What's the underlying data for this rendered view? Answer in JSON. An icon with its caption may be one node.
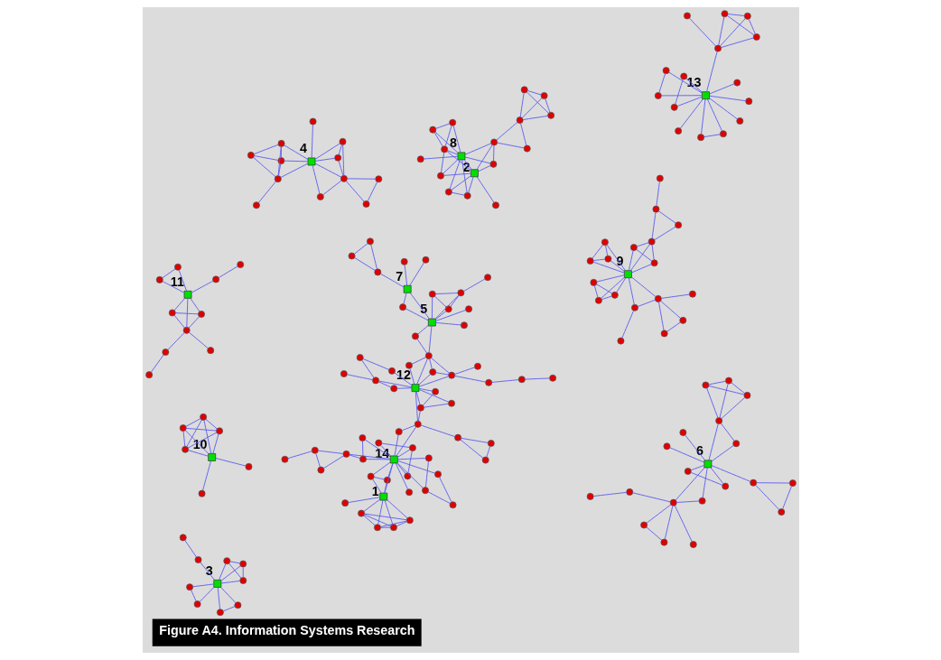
{
  "diagram": {
    "caption": "Figure A4. Information Systems Research",
    "nodes": [
      {
        "text": [],
        "shape": "box",
        "beside": [
          "1"
        ]
      },
      {
        "text": [],
        "shape": "circle"
      },
      {
        "text": [],
        "shape": "circle"
      },
      {
        "text": [],
        "shape": "circle"
      },
      {
        "text": [],
        "shape": "circle"
      },
      {
        "text": [],
        "shape": "circle"
      },
      {
        "text": [],
        "shape": "circle"
      },
      {
        "text": [],
        "shape": "circle"
      },
      {
        "text": [],
        "shape": "box",
        "beside": [
          "14"
        ]
      },
      {
        "text": [],
        "shape": "circle"
      },
      {
        "text": [],
        "shape": "circle"
      },
      {
        "text": [],
        "shape": "circle"
      },
      {
        "text": [],
        "shape": "circle"
      },
      {
        "text": [],
        "shape": "circle"
      },
      {
        "text": [],
        "shape": "circle"
      },
      {
        "text": [],
        "shape": "circle"
      },
      {
        "text": [],
        "shape": "circle"
      },
      {
        "text": [],
        "shape": "circle"
      },
      {
        "text": [],
        "shape": "circle"
      },
      {
        "text": [],
        "shape": "circle"
      },
      {
        "text": [],
        "shape": "circle"
      },
      {
        "text": [],
        "shape": "circle"
      },
      {
        "text": [],
        "shape": "circle"
      },
      {
        "text": [],
        "shape": "circle"
      },
      {
        "text": [],
        "shape": "circle"
      },
      {
        "text": [],
        "shape": "circle"
      },
      {
        "text": [],
        "shape": "circle"
      },
      {
        "text": [],
        "shape": "circle"
      },
      {
        "text": [],
        "shape": "box",
        "beside": [
          "12"
        ]
      },
      {
        "text": [],
        "shape": "circle"
      },
      {
        "text": [],
        "shape": "circle"
      },
      {
        "text": [],
        "shape": "circle"
      },
      {
        "text": [],
        "shape": "circle"
      },
      {
        "text": [],
        "shape": "circle"
      },
      {
        "text": [],
        "shape": "circle"
      },
      {
        "text": [],
        "shape": "circle"
      },
      {
        "text": [],
        "shape": "circle"
      },
      {
        "text": [],
        "shape": "circle"
      },
      {
        "text": [],
        "shape": "circle"
      },
      {
        "text": [],
        "shape": "circle"
      },
      {
        "text": [],
        "shape": "circle"
      },
      {
        "text": [],
        "shape": "circle"
      },
      {
        "text": [],
        "shape": "circle"
      },
      {
        "text": [],
        "shape": "circle"
      },
      {
        "text": [],
        "shape": "circle"
      },
      {
        "text": [],
        "shape": "circle"
      },
      {
        "text": [],
        "shape": "box",
        "beside": [
          "5"
        ]
      },
      {
        "text": [],
        "shape": "circle"
      },
      {
        "text": [],
        "shape": "circle"
      },
      {
        "text": [],
        "shape": "circle"
      },
      {
        "text": [],
        "shape": "circle"
      },
      {
        "text": [],
        "shape": "circle"
      },
      {
        "text": [],
        "shape": "circle"
      },
      {
        "text": [],
        "shape": "circle"
      },
      {
        "text": [],
        "shape": "box",
        "beside": [
          "7"
        ]
      },
      {
        "text": [],
        "shape": "circle"
      },
      {
        "text": [],
        "shape": "circle"
      },
      {
        "text": [],
        "shape": "circle"
      },
      {
        "text": [],
        "shape": "circle"
      },
      {
        "text": [],
        "shape": "circle"
      },
      {
        "text": [],
        "shape": "box",
        "beside": [
          "4"
        ]
      },
      {
        "text": [],
        "shape": "circle"
      },
      {
        "text": [],
        "shape": "circle"
      },
      {
        "text": [],
        "shape": "circle"
      },
      {
        "text": [],
        "shape": "circle"
      },
      {
        "text": [],
        "shape": "circle"
      },
      {
        "text": [],
        "shape": "circle"
      },
      {
        "text": [],
        "shape": "circle"
      },
      {
        "text": [],
        "shape": "circle"
      },
      {
        "text": [],
        "shape": "circle"
      },
      {
        "text": [],
        "shape": "circle"
      },
      {
        "text": [],
        "shape": "circle"
      },
      {
        "text": [],
        "shape": "circle"
      },
      {
        "text": [],
        "shape": "box",
        "beside": [
          "9"
        ]
      },
      {
        "text": [],
        "shape": "circle"
      },
      {
        "text": [],
        "shape": "circle"
      },
      {
        "text": [],
        "shape": "circle"
      },
      {
        "text": [],
        "shape": "circle"
      },
      {
        "text": [],
        "shape": "circle"
      },
      {
        "text": [],
        "shape": "circle"
      },
      {
        "text": [],
        "shape": "circle"
      },
      {
        "text": [],
        "shape": "circle"
      },
      {
        "text": [],
        "shape": "circle"
      },
      {
        "text": [],
        "shape": "circle"
      },
      {
        "text": [],
        "shape": "circle"
      },
      {
        "text": [],
        "shape": "circle"
      },
      {
        "text": [],
        "shape": "circle"
      },
      {
        "text": [],
        "shape": "circle"
      },
      {
        "text": [],
        "shape": "circle"
      },
      {
        "text": [],
        "shape": "circle"
      },
      {
        "text": [],
        "shape": "circle"
      },
      {
        "text": [],
        "shape": "circle"
      },
      {
        "text": [],
        "shape": "box",
        "beside": [
          "6"
        ]
      },
      {
        "text": [],
        "shape": "circle"
      },
      {
        "text": [],
        "shape": "circle"
      },
      {
        "text": [],
        "shape": "circle"
      },
      {
        "text": [],
        "shape": "circle"
      },
      {
        "text": [],
        "shape": "circle"
      },
      {
        "text": [],
        "shape": "circle"
      },
      {
        "text": [],
        "shape": "circle"
      },
      {
        "text": [],
        "shape": "circle"
      },
      {
        "text": [],
        "shape": "circle"
      },
      {
        "text": [],
        "shape": "circle"
      },
      {
        "text": [],
        "shape": "circle"
      },
      {
        "text": [],
        "shape": "circle"
      },
      {
        "text": [],
        "shape": "circle"
      },
      {
        "text": [],
        "shape": "circle"
      },
      {
        "text": [],
        "shape": "circle"
      },
      {
        "text": [],
        "shape": "circle"
      },
      {
        "text": [],
        "shape": "circle"
      },
      {
        "text": [],
        "shape": "circle"
      },
      {
        "text": [],
        "shape": "circle"
      },
      {
        "text": [],
        "shape": "box",
        "beside": [
          "3"
        ]
      },
      {
        "text": [],
        "shape": "circle"
      },
      {
        "text": [],
        "shape": "circle"
      },
      {
        "text": [],
        "shape": "circle"
      },
      {
        "text": [],
        "shape": "circle"
      },
      {
        "text": [],
        "shape": "circle"
      },
      {
        "text": [],
        "shape": "circle"
      },
      {
        "text": [],
        "shape": "circle"
      },
      {
        "text": [],
        "shape": "circle"
      },
      {
        "text": [],
        "shape": "circle"
      },
      {
        "text": [],
        "shape": "box",
        "beside": [
          "10"
        ]
      },
      {
        "text": [],
        "shape": "circle"
      },
      {
        "text": [],
        "shape": "circle"
      },
      {
        "text": [],
        "shape": "circle"
      },
      {
        "text": [],
        "shape": "circle"
      },
      {
        "text": [],
        "shape": "circle"
      },
      {
        "text": [],
        "shape": "circle"
      },
      {
        "text": [],
        "shape": "box",
        "beside": [
          "11"
        ]
      },
      {
        "text": [],
        "shape": "circle"
      },
      {
        "text": [],
        "shape": "circle"
      },
      {
        "text": [],
        "shape": "circle"
      },
      {
        "text": [],
        "shape": "circle"
      },
      {
        "text": [],
        "shape": "circle"
      },
      {
        "text": [],
        "shape": "circle"
      },
      {
        "text": [],
        "shape": "circle"
      },
      {
        "text": [],
        "shape": "circle"
      },
      {
        "text": [],
        "shape": "circle"
      },
      {
        "text": [],
        "shape": "circle"
      },
      {
        "text": [],
        "shape": "box",
        "beside": [
          "13"
        ]
      },
      {
        "text": [],
        "shape": "circle"
      },
      {
        "text": [],
        "shape": "circle"
      },
      {
        "text": [],
        "shape": "circle"
      },
      {
        "text": [],
        "shape": "circle"
      },
      {
        "text": [],
        "shape": "circle"
      },
      {
        "text": [],
        "shape": "circle"
      },
      {
        "text": [],
        "shape": "circle"
      },
      {
        "text": [],
        "shape": "circle"
      },
      {
        "text": [],
        "shape": "circle"
      },
      {
        "text": [],
        "shape": "circle"
      },
      {
        "text": [],
        "shape": "circle"
      },
      {
        "text": [],
        "shape": "circle"
      },
      {
        "text": [],
        "shape": "circle"
      },
      {
        "text": [],
        "shape": "circle"
      },
      {
        "text": [],
        "shape": "circle"
      },
      {
        "text": [],
        "shape": "box",
        "beside": [
          "8"
        ]
      },
      {
        "text": [],
        "shape": "box",
        "beside": [
          "2"
        ]
      },
      {
        "text": [],
        "shape": "circle"
      },
      {
        "text": [],
        "shape": "circle"
      },
      {
        "text": [],
        "shape": "circle"
      },
      {
        "text": [],
        "shape": "circle"
      },
      {
        "text": [],
        "shape": "circle"
      },
      {
        "text": [],
        "shape": "circle"
      },
      {
        "text": [],
        "shape": "circle"
      },
      {
        "text": [],
        "shape": "circle"
      },
      {
        "text": [],
        "shape": "circle"
      },
      {
        "text": [],
        "shape": "circle"
      },
      {
        "text": [],
        "shape": "circle"
      },
      {
        "text": [],
        "shape": "circle"
      },
      {
        "text": [],
        "shape": "circle"
      },
      {
        "text": [],
        "shape": "circle"
      },
      {
        "text": [],
        "shape": "circle"
      }
    ],
    "edges": [
      {
        "from": 0,
        "to": 1,
        "arrow": "none"
      },
      {
        "from": 0,
        "to": 2,
        "arrow": "none"
      },
      {
        "from": 0,
        "to": 3,
        "arrow": "none"
      },
      {
        "from": 0,
        "to": 4,
        "arrow": "none"
      },
      {
        "from": 0,
        "to": 5,
        "arrow": "none"
      },
      {
        "from": 1,
        "to": 4,
        "arrow": "none"
      },
      {
        "from": 1,
        "to": 2,
        "arrow": "none"
      },
      {
        "from": 1,
        "to": 3,
        "arrow": "none"
      },
      {
        "from": 2,
        "to": 4,
        "arrow": "none"
      },
      {
        "from": 2,
        "to": 3,
        "arrow": "none"
      },
      {
        "from": 4,
        "to": 3,
        "arrow": "none"
      },
      {
        "from": 0,
        "to": 6,
        "arrow": "none"
      },
      {
        "from": 0,
        "to": 7,
        "arrow": "none"
      },
      {
        "from": 6,
        "to": 7,
        "arrow": "none"
      },
      {
        "from": 6,
        "to": 8,
        "arrow": "none"
      },
      {
        "from": 7,
        "to": 8,
        "arrow": "none"
      },
      {
        "from": 0,
        "to": 8,
        "arrow": "none"
      },
      {
        "from": 8,
        "to": 9,
        "arrow": "none"
      },
      {
        "from": 8,
        "to": 10,
        "arrow": "none"
      },
      {
        "from": 8,
        "to": 11,
        "arrow": "none"
      },
      {
        "from": 8,
        "to": 12,
        "arrow": "none"
      },
      {
        "from": 12,
        "to": 10,
        "arrow": "none"
      },
      {
        "from": 12,
        "to": 11,
        "arrow": "none"
      },
      {
        "from": 8,
        "to": 13,
        "arrow": "none"
      },
      {
        "from": 8,
        "to": 14,
        "arrow": "none"
      },
      {
        "from": 13,
        "to": 15,
        "arrow": "none"
      },
      {
        "from": 14,
        "to": 15,
        "arrow": "none"
      },
      {
        "from": 13,
        "to": 16,
        "arrow": "none"
      },
      {
        "from": 8,
        "to": 16,
        "arrow": "none"
      },
      {
        "from": 8,
        "to": 17,
        "arrow": "none"
      },
      {
        "from": 8,
        "to": 18,
        "arrow": "none"
      },
      {
        "from": 8,
        "to": 19,
        "arrow": "none"
      },
      {
        "from": 17,
        "to": 18,
        "arrow": "none"
      },
      {
        "from": 17,
        "to": 21,
        "arrow": "none"
      },
      {
        "from": 17,
        "to": 20,
        "arrow": "none"
      },
      {
        "from": 20,
        "to": 21,
        "arrow": "none"
      },
      {
        "from": 20,
        "to": 22,
        "arrow": "none"
      },
      {
        "from": 18,
        "to": 19,
        "arrow": "none"
      },
      {
        "from": 8,
        "to": 23,
        "arrow": "none"
      },
      {
        "from": 8,
        "to": 24,
        "arrow": "none"
      },
      {
        "from": 23,
        "to": 24,
        "arrow": "none"
      },
      {
        "from": 24,
        "to": 25,
        "arrow": "none"
      },
      {
        "from": 25,
        "to": 26,
        "arrow": "none"
      },
      {
        "from": 25,
        "to": 27,
        "arrow": "none"
      },
      {
        "from": 26,
        "to": 27,
        "arrow": "none"
      },
      {
        "from": 24,
        "to": 29,
        "arrow": "none"
      },
      {
        "from": 24,
        "to": 28,
        "arrow": "none"
      },
      {
        "from": 29,
        "to": 28,
        "arrow": "none"
      },
      {
        "from": 29,
        "to": 30,
        "arrow": "none"
      },
      {
        "from": 29,
        "to": 31,
        "arrow": "none"
      },
      {
        "from": 28,
        "to": 30,
        "arrow": "none"
      },
      {
        "from": 28,
        "to": 31,
        "arrow": "none"
      },
      {
        "from": 28,
        "to": 34,
        "arrow": "none"
      },
      {
        "from": 34,
        "to": 32,
        "arrow": "none"
      },
      {
        "from": 34,
        "to": 33,
        "arrow": "none"
      },
      {
        "from": 33,
        "to": 35,
        "arrow": "none"
      },
      {
        "from": 28,
        "to": 35,
        "arrow": "none"
      },
      {
        "from": 28,
        "to": 36,
        "arrow": "none"
      },
      {
        "from": 36,
        "to": 34,
        "arrow": "none"
      },
      {
        "from": 28,
        "to": 37,
        "arrow": "none"
      },
      {
        "from": 28,
        "to": 38,
        "arrow": "none"
      },
      {
        "from": 28,
        "to": 39,
        "arrow": "none"
      },
      {
        "from": 28,
        "to": 40,
        "arrow": "none"
      },
      {
        "from": 37,
        "to": 40,
        "arrow": "none"
      },
      {
        "from": 37,
        "to": 39,
        "arrow": "none"
      },
      {
        "from": 39,
        "to": 38,
        "arrow": "none"
      },
      {
        "from": 39,
        "to": 40,
        "arrow": "none"
      },
      {
        "from": 40,
        "to": 41,
        "arrow": "none"
      },
      {
        "from": 40,
        "to": 42,
        "arrow": "none"
      },
      {
        "from": 41,
        "to": 43,
        "arrow": "none"
      },
      {
        "from": 43,
        "to": 44,
        "arrow": "none"
      },
      {
        "from": 45,
        "to": 39,
        "arrow": "none"
      },
      {
        "from": 45,
        "to": 46,
        "arrow": "none"
      },
      {
        "from": 39,
        "to": 46,
        "arrow": "none"
      },
      {
        "from": 46,
        "to": 47,
        "arrow": "none"
      },
      {
        "from": 46,
        "to": 48,
        "arrow": "none"
      },
      {
        "from": 46,
        "to": 49,
        "arrow": "none"
      },
      {
        "from": 46,
        "to": 50,
        "arrow": "none"
      },
      {
        "from": 46,
        "to": 51,
        "arrow": "none"
      },
      {
        "from": 46,
        "to": 52,
        "arrow": "none"
      },
      {
        "from": 50,
        "to": 51,
        "arrow": "none"
      },
      {
        "from": 50,
        "to": 52,
        "arrow": "none"
      },
      {
        "from": 51,
        "to": 52,
        "arrow": "none"
      },
      {
        "from": 52,
        "to": 53,
        "arrow": "none"
      },
      {
        "from": 46,
        "to": 54,
        "arrow": "none"
      },
      {
        "from": 48,
        "to": 54,
        "arrow": "none"
      },
      {
        "from": 54,
        "to": 55,
        "arrow": "none"
      },
      {
        "from": 54,
        "to": 56,
        "arrow": "none"
      },
      {
        "from": 54,
        "to": 57,
        "arrow": "none"
      },
      {
        "from": 56,
        "to": 58,
        "arrow": "none"
      },
      {
        "from": 56,
        "to": 59,
        "arrow": "none"
      },
      {
        "from": 58,
        "to": 59,
        "arrow": "none"
      },
      {
        "from": 60,
        "to": 61,
        "arrow": "none"
      },
      {
        "from": 60,
        "to": 62,
        "arrow": "none"
      },
      {
        "from": 60,
        "to": 64,
        "arrow": "none"
      },
      {
        "from": 60,
        "to": 65,
        "arrow": "none"
      },
      {
        "from": 62,
        "to": 63,
        "arrow": "none"
      },
      {
        "from": 62,
        "to": 64,
        "arrow": "none"
      },
      {
        "from": 62,
        "to": 65,
        "arrow": "none"
      },
      {
        "from": 63,
        "to": 64,
        "arrow": "none"
      },
      {
        "from": 63,
        "to": 65,
        "arrow": "none"
      },
      {
        "from": 64,
        "to": 65,
        "arrow": "none"
      },
      {
        "from": 65,
        "to": 66,
        "arrow": "none"
      },
      {
        "from": 60,
        "to": 67,
        "arrow": "none"
      },
      {
        "from": 60,
        "to": 68,
        "arrow": "none"
      },
      {
        "from": 60,
        "to": 69,
        "arrow": "none"
      },
      {
        "from": 60,
        "to": 70,
        "arrow": "none"
      },
      {
        "from": 67,
        "to": 68,
        "arrow": "none"
      },
      {
        "from": 67,
        "to": 69,
        "arrow": "none"
      },
      {
        "from": 68,
        "to": 69,
        "arrow": "none"
      },
      {
        "from": 69,
        "to": 70,
        "arrow": "none"
      },
      {
        "from": 69,
        "to": 71,
        "arrow": "none"
      },
      {
        "from": 69,
        "to": 72,
        "arrow": "none"
      },
      {
        "from": 71,
        "to": 72,
        "arrow": "none"
      },
      {
        "from": 74,
        "to": 75,
        "arrow": "none"
      },
      {
        "from": 74,
        "to": 76,
        "arrow": "none"
      },
      {
        "from": 75,
        "to": 76,
        "arrow": "none"
      },
      {
        "from": 77,
        "to": 76,
        "arrow": "none"
      },
      {
        "from": 76,
        "to": 79,
        "arrow": "none"
      },
      {
        "from": 76,
        "to": 73,
        "arrow": "none"
      },
      {
        "from": 78,
        "to": 79,
        "arrow": "none"
      },
      {
        "from": 79,
        "to": 73,
        "arrow": "none"
      },
      {
        "from": 80,
        "to": 73,
        "arrow": "none"
      },
      {
        "from": 81,
        "to": 73,
        "arrow": "none"
      },
      {
        "from": 82,
        "to": 73,
        "arrow": "none"
      },
      {
        "from": 80,
        "to": 81,
        "arrow": "none"
      },
      {
        "from": 80,
        "to": 82,
        "arrow": "none"
      },
      {
        "from": 81,
        "to": 82,
        "arrow": "none"
      },
      {
        "from": 83,
        "to": 73,
        "arrow": "none"
      },
      {
        "from": 84,
        "to": 73,
        "arrow": "none"
      },
      {
        "from": 85,
        "to": 73,
        "arrow": "none"
      },
      {
        "from": 83,
        "to": 84,
        "arrow": "none"
      },
      {
        "from": 83,
        "to": 85,
        "arrow": "none"
      },
      {
        "from": 84,
        "to": 85,
        "arrow": "none"
      },
      {
        "from": 85,
        "to": 86,
        "arrow": "none"
      },
      {
        "from": 85,
        "to": 88,
        "arrow": "none"
      },
      {
        "from": 86,
        "to": 88,
        "arrow": "none"
      },
      {
        "from": 86,
        "to": 87,
        "arrow": "none"
      },
      {
        "from": 89,
        "to": 73,
        "arrow": "none"
      },
      {
        "from": 90,
        "to": 73,
        "arrow": "none"
      },
      {
        "from": 91,
        "to": 73,
        "arrow": "none"
      },
      {
        "from": 89,
        "to": 90,
        "arrow": "none"
      },
      {
        "from": 89,
        "to": 91,
        "arrow": "none"
      },
      {
        "from": 90,
        "to": 91,
        "arrow": "none"
      },
      {
        "from": 93,
        "to": 94,
        "arrow": "none"
      },
      {
        "from": 93,
        "to": 95,
        "arrow": "none"
      },
      {
        "from": 94,
        "to": 95,
        "arrow": "none"
      },
      {
        "from": 95,
        "to": 92,
        "arrow": "none"
      },
      {
        "from": 96,
        "to": 97,
        "arrow": "none"
      },
      {
        "from": 96,
        "to": 99,
        "arrow": "none"
      },
      {
        "from": 97,
        "to": 99,
        "arrow": "none"
      },
      {
        "from": 98,
        "to": 99,
        "arrow": "none"
      },
      {
        "from": 99,
        "to": 92,
        "arrow": "none"
      },
      {
        "from": 99,
        "to": 104,
        "arrow": "none"
      },
      {
        "from": 104,
        "to": 92,
        "arrow": "none"
      },
      {
        "from": 102,
        "to": 99,
        "arrow": "none"
      },
      {
        "from": 102,
        "to": 103,
        "arrow": "none"
      },
      {
        "from": 100,
        "to": 92,
        "arrow": "none"
      },
      {
        "from": 100,
        "to": 101,
        "arrow": "none"
      },
      {
        "from": 101,
        "to": 92,
        "arrow": "none"
      },
      {
        "from": 105,
        "to": 92,
        "arrow": "none"
      },
      {
        "from": 105,
        "to": 106,
        "arrow": "none"
      },
      {
        "from": 106,
        "to": 92,
        "arrow": "none"
      },
      {
        "from": 106,
        "to": 107,
        "arrow": "none"
      },
      {
        "from": 106,
        "to": 108,
        "arrow": "none"
      },
      {
        "from": 106,
        "to": 109,
        "arrow": "none"
      },
      {
        "from": 107,
        "to": 108,
        "arrow": "none"
      },
      {
        "from": 107,
        "to": 109,
        "arrow": "none"
      },
      {
        "from": 109,
        "to": 108,
        "arrow": "none"
      },
      {
        "from": 110,
        "to": 92,
        "arrow": "none"
      },
      {
        "from": 111,
        "to": 92,
        "arrow": "none"
      },
      {
        "from": 113,
        "to": 114,
        "arrow": "none"
      },
      {
        "from": 113,
        "to": 115,
        "arrow": "none"
      },
      {
        "from": 113,
        "to": 112,
        "arrow": "none"
      },
      {
        "from": 114,
        "to": 112,
        "arrow": "none"
      },
      {
        "from": 114,
        "to": 115,
        "arrow": "none"
      },
      {
        "from": 115,
        "to": 112,
        "arrow": "none"
      },
      {
        "from": 116,
        "to": 112,
        "arrow": "none"
      },
      {
        "from": 116,
        "to": 117,
        "arrow": "none"
      },
      {
        "from": 118,
        "to": 112,
        "arrow": "none"
      },
      {
        "from": 118,
        "to": 120,
        "arrow": "none"
      },
      {
        "from": 120,
        "to": 112,
        "arrow": "none"
      },
      {
        "from": 119,
        "to": 112,
        "arrow": "none"
      },
      {
        "from": 121,
        "to": 112,
        "arrow": "none"
      },
      {
        "from": 119,
        "to": 121,
        "arrow": "none"
      },
      {
        "from": 123,
        "to": 122,
        "arrow": "none"
      },
      {
        "from": 124,
        "to": 122,
        "arrow": "none"
      },
      {
        "from": 125,
        "to": 122,
        "arrow": "none"
      },
      {
        "from": 126,
        "to": 122,
        "arrow": "none"
      },
      {
        "from": 127,
        "to": 122,
        "arrow": "none"
      },
      {
        "from": 128,
        "to": 122,
        "arrow": "none"
      },
      {
        "from": 125,
        "to": 126,
        "arrow": "none"
      },
      {
        "from": 125,
        "to": 127,
        "arrow": "none"
      },
      {
        "from": 125,
        "to": 128,
        "arrow": "none"
      },
      {
        "from": 126,
        "to": 127,
        "arrow": "none"
      },
      {
        "from": 126,
        "to": 128,
        "arrow": "none"
      },
      {
        "from": 127,
        "to": 128,
        "arrow": "none"
      },
      {
        "from": 130,
        "to": 131,
        "arrow": "none"
      },
      {
        "from": 131,
        "to": 129,
        "arrow": "none"
      },
      {
        "from": 132,
        "to": 129,
        "arrow": "none"
      },
      {
        "from": 132,
        "to": 133,
        "arrow": "none"
      },
      {
        "from": 133,
        "to": 129,
        "arrow": "none"
      },
      {
        "from": 134,
        "to": 129,
        "arrow": "none"
      },
      {
        "from": 134,
        "to": 135,
        "arrow": "none"
      },
      {
        "from": 134,
        "to": 136,
        "arrow": "none"
      },
      {
        "from": 135,
        "to": 129,
        "arrow": "none"
      },
      {
        "from": 135,
        "to": 136,
        "arrow": "none"
      },
      {
        "from": 136,
        "to": 129,
        "arrow": "none"
      },
      {
        "from": 136,
        "to": 137,
        "arrow": "none"
      },
      {
        "from": 137,
        "to": 139,
        "arrow": "none"
      },
      {
        "from": 136,
        "to": 138,
        "arrow": "none"
      },
      {
        "from": 141,
        "to": 140,
        "arrow": "none"
      },
      {
        "from": 142,
        "to": 140,
        "arrow": "none"
      },
      {
        "from": 143,
        "to": 140,
        "arrow": "none"
      },
      {
        "from": 143,
        "to": 142,
        "arrow": "none"
      },
      {
        "from": 144,
        "to": 140,
        "arrow": "none"
      },
      {
        "from": 145,
        "to": 140,
        "arrow": "none"
      },
      {
        "from": 145,
        "to": 146,
        "arrow": "none"
      },
      {
        "from": 146,
        "to": 140,
        "arrow": "none"
      },
      {
        "from": 147,
        "to": 140,
        "arrow": "none"
      },
      {
        "from": 148,
        "to": 140,
        "arrow": "none"
      },
      {
        "from": 149,
        "to": 140,
        "arrow": "none"
      },
      {
        "from": 149,
        "to": 150,
        "arrow": "none"
      },
      {
        "from": 150,
        "to": 140,
        "arrow": "none"
      },
      {
        "from": 151,
        "to": 140,
        "arrow": "none"
      },
      {
        "from": 151,
        "to": 152,
        "arrow": "none"
      },
      {
        "from": 151,
        "to": 153,
        "arrow": "none"
      },
      {
        "from": 151,
        "to": 154,
        "arrow": "none"
      },
      {
        "from": 151,
        "to": 155,
        "arrow": "none"
      },
      {
        "from": 152,
        "to": 154,
        "arrow": "none"
      },
      {
        "from": 152,
        "to": 155,
        "arrow": "none"
      },
      {
        "from": 154,
        "to": 155,
        "arrow": "none"
      },
      {
        "from": 156,
        "to": 158,
        "arrow": "none"
      },
      {
        "from": 156,
        "to": 159,
        "arrow": "none"
      },
      {
        "from": 156,
        "to": 160,
        "arrow": "none"
      },
      {
        "from": 159,
        "to": 160,
        "arrow": "none"
      },
      {
        "from": 159,
        "to": 161,
        "arrow": "none"
      },
      {
        "from": 160,
        "to": 161,
        "arrow": "none"
      },
      {
        "from": 156,
        "to": 161,
        "arrow": "none"
      },
      {
        "from": 161,
        "to": 162,
        "arrow": "none"
      },
      {
        "from": 156,
        "to": 162,
        "arrow": "none"
      },
      {
        "from": 161,
        "to": 157,
        "arrow": "none"
      },
      {
        "from": 162,
        "to": 157,
        "arrow": "none"
      },
      {
        "from": 156,
        "to": 163,
        "arrow": "none"
      },
      {
        "from": 163,
        "to": 157,
        "arrow": "none"
      },
      {
        "from": 163,
        "to": 164,
        "arrow": "none"
      },
      {
        "from": 156,
        "to": 164,
        "arrow": "none"
      },
      {
        "from": 164,
        "to": 157,
        "arrow": "none"
      },
      {
        "from": 156,
        "to": 157,
        "arrow": "none"
      },
      {
        "from": 156,
        "to": 166,
        "arrow": "none"
      },
      {
        "from": 156,
        "to": 167,
        "arrow": "none"
      },
      {
        "from": 166,
        "to": 167,
        "arrow": "none"
      },
      {
        "from": 166,
        "to": 157,
        "arrow": "none"
      },
      {
        "from": 167,
        "to": 157,
        "arrow": "none"
      },
      {
        "from": 157,
        "to": 165,
        "arrow": "none"
      },
      {
        "from": 167,
        "to": 168,
        "arrow": "none"
      },
      {
        "from": 167,
        "to": 169,
        "arrow": "none"
      },
      {
        "from": 168,
        "to": 169,
        "arrow": "none"
      },
      {
        "from": 169,
        "to": 170,
        "arrow": "none"
      },
      {
        "from": 169,
        "to": 171,
        "arrow": "none"
      },
      {
        "from": 169,
        "to": 172,
        "arrow": "none"
      },
      {
        "from": 170,
        "to": 171,
        "arrow": "none"
      },
      {
        "from": 170,
        "to": 172,
        "arrow": "none"
      },
      {
        "from": 171,
        "to": 172,
        "arrow": "none"
      }
    ]
  }
}
